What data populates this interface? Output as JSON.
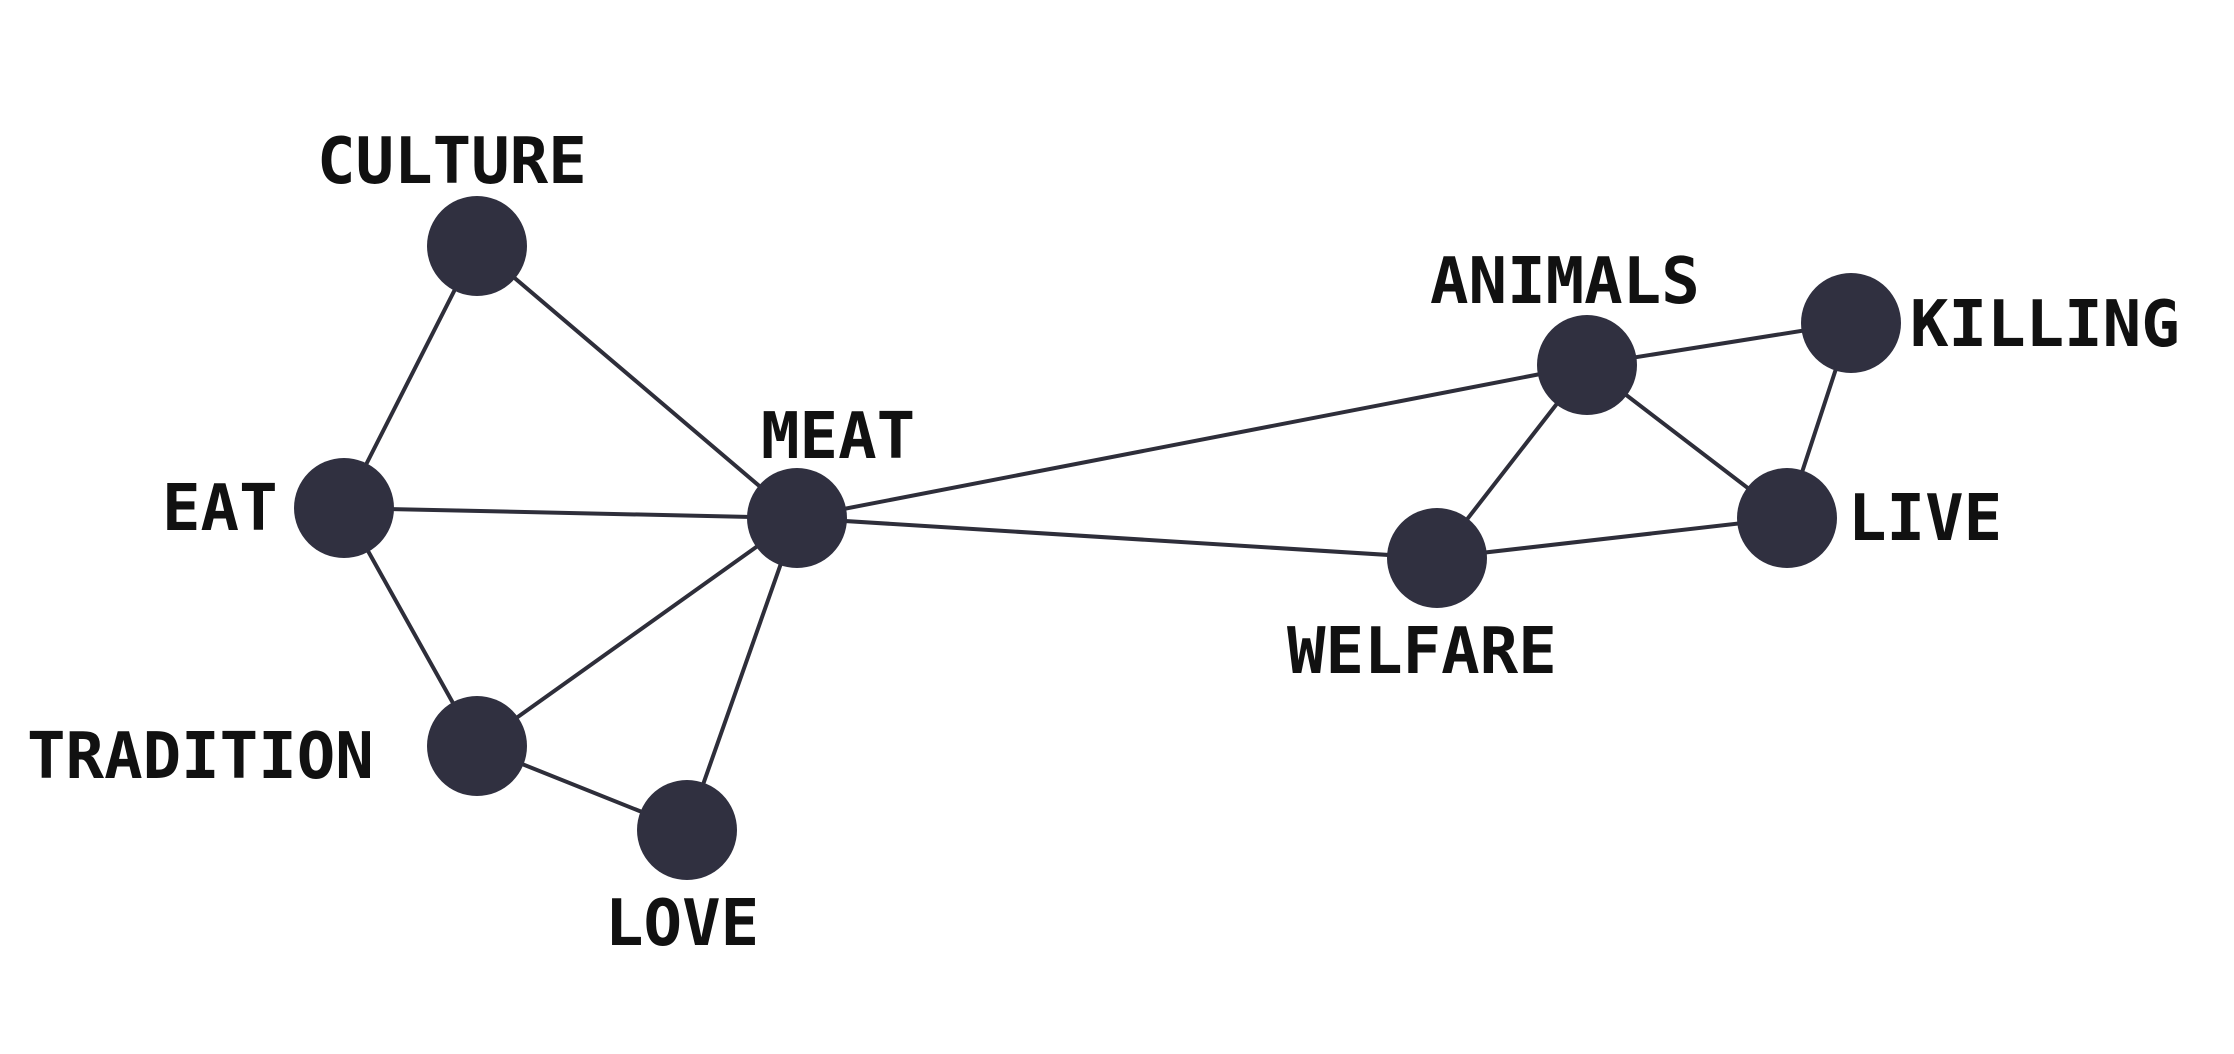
{
  "colors": {
    "node": "#303040",
    "edge": "#2e2e3a",
    "label": "#111111",
    "background": "#ffffff"
  },
  "nodes": [
    {
      "id": "culture",
      "label": "CULTURE"
    },
    {
      "id": "eat",
      "label": "EAT"
    },
    {
      "id": "meat",
      "label": "MEAT"
    },
    {
      "id": "tradition",
      "label": "TRADITION"
    },
    {
      "id": "love",
      "label": "LOVE"
    },
    {
      "id": "animals",
      "label": "ANIMALS"
    },
    {
      "id": "killing",
      "label": "KILLING"
    },
    {
      "id": "welfare",
      "label": "WELFARE"
    },
    {
      "id": "live",
      "label": "LIVE"
    }
  ],
  "edges": [
    [
      "culture",
      "eat"
    ],
    [
      "culture",
      "meat"
    ],
    [
      "eat",
      "meat"
    ],
    [
      "eat",
      "tradition"
    ],
    [
      "tradition",
      "meat"
    ],
    [
      "tradition",
      "love"
    ],
    [
      "love",
      "meat"
    ],
    [
      "meat",
      "animals"
    ],
    [
      "meat",
      "welfare"
    ],
    [
      "animals",
      "killing"
    ],
    [
      "animals",
      "welfare"
    ],
    [
      "animals",
      "live"
    ],
    [
      "killing",
      "live"
    ],
    [
      "welfare",
      "live"
    ]
  ]
}
